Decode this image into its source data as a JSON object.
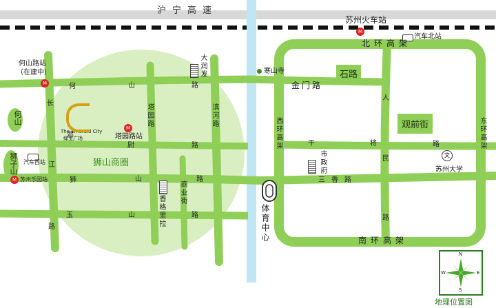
{
  "title": {
    "highway": "沪宁高速",
    "railway_station": "苏州火车站"
  },
  "roads": {
    "he_shan_road": [
      "何",
      "山",
      "路"
    ],
    "deng_wei_road": [
      "邓",
      "尉",
      "路"
    ],
    "shi_shan_road": [
      "狮",
      "山",
      "路"
    ],
    "yu_shan_road": [
      "玉",
      "山",
      "路"
    ],
    "chang_jiang_road": [
      "长",
      "江",
      "路"
    ],
    "ta_yuan_road": "塔园路",
    "bin_he_road": "滨河路",
    "shang_ye_street": "商业街",
    "jin_men_road": "金门路",
    "san_xiang_road": [
      "三",
      "香",
      "路"
    ],
    "gan_jiang_road": [
      "干",
      "将",
      "路"
    ],
    "ren_min_road": [
      "人",
      "民",
      "路"
    ],
    "north_ring": "北环高架",
    "south_ring": "南环高架",
    "west_ring": "西环高架",
    "east_ring": "东环高架"
  },
  "areas": {
    "shishan_circle": "狮山商圈",
    "shilu": "石路",
    "guanqianjie": "观前街",
    "heshan": "何山",
    "shizishan": "狮子山"
  },
  "pois": {
    "heshan_station": "何山路站",
    "heshan_station_note": "（在建中）",
    "emerald_city_en": "The Emerald City",
    "emerald_city_cn": "绿宝广场",
    "tayuan_station": "塔园路站",
    "darunfa": "大润发",
    "hanshan_temple": "寒山寺",
    "bus_west": "汽车西站",
    "suzhou_park_station": "苏州乐园站",
    "shangri_la": "香格里拉",
    "sports_center": "体育中心",
    "city_government": "市政府",
    "suzhou_university": "苏州大学",
    "university_icon": "文",
    "bus_north": "汽车北站",
    "metro_icon": "M"
  },
  "compass": {
    "title": "地理位置图",
    "n": "N",
    "s": "S",
    "e": "E",
    "w": "W"
  },
  "colors": {
    "road": "#8fcf57",
    "circle": "#d9efc2",
    "river": "#bfe6f2",
    "highway": "#d8d8d8",
    "metro": "#d22222",
    "label_green": "#3b8f1d"
  }
}
